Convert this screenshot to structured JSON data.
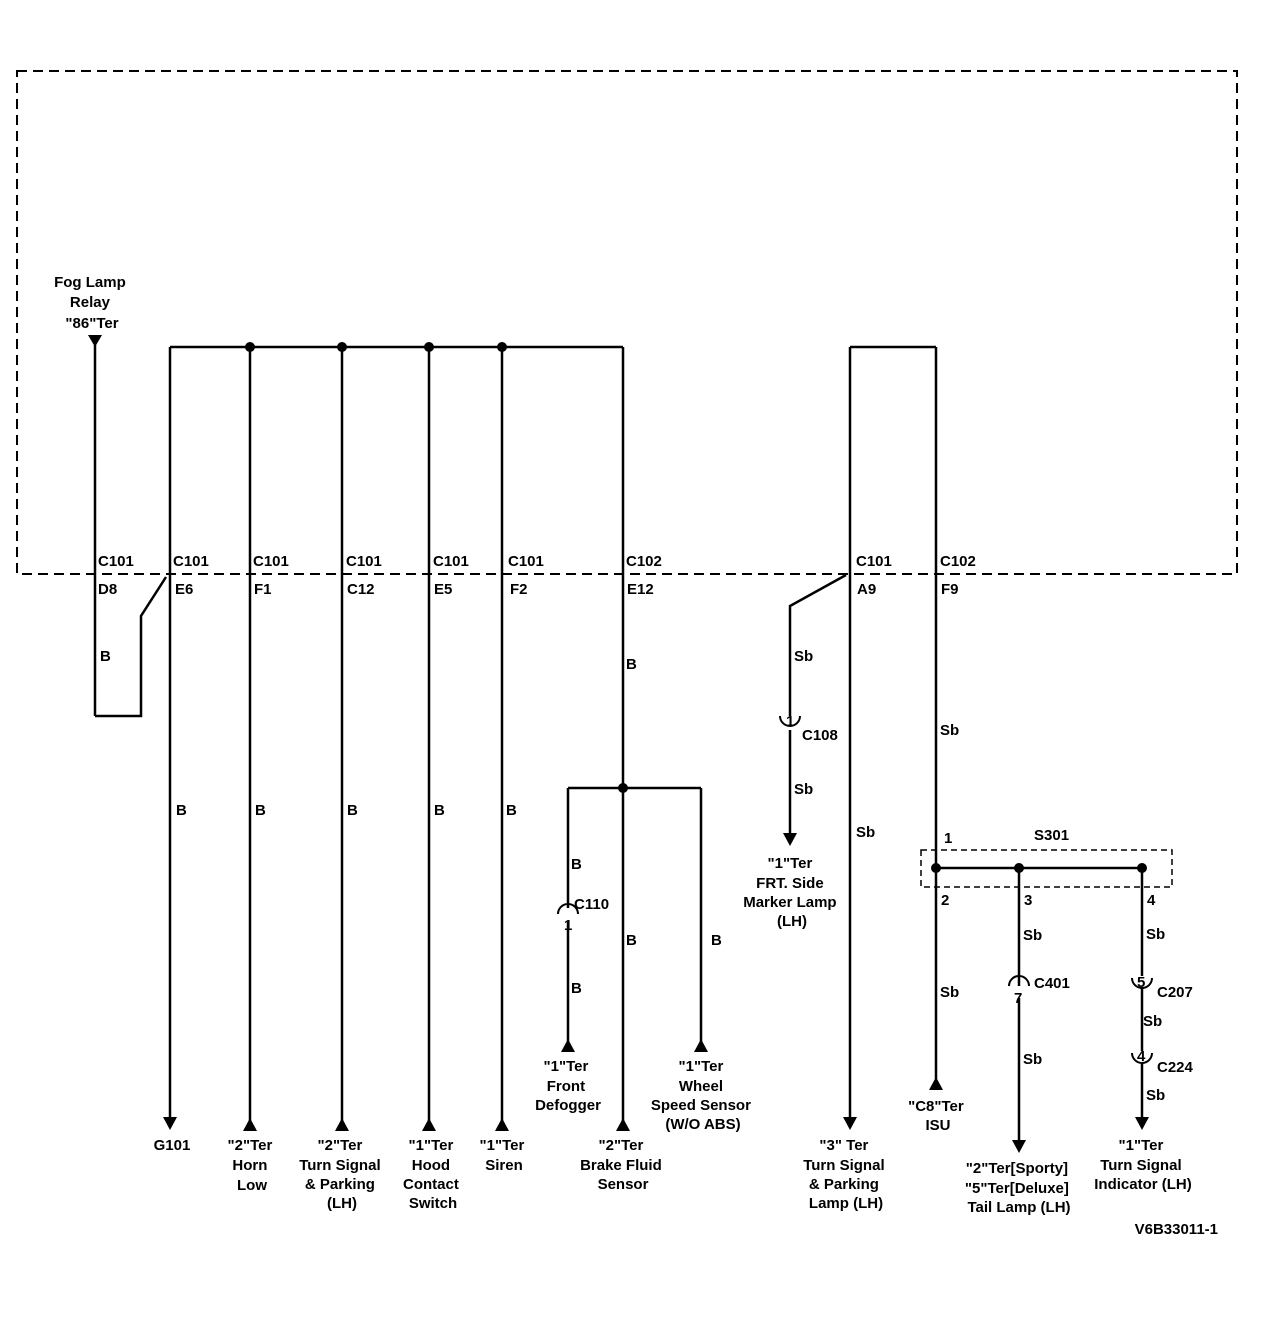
{
  "diagram_id": "V6B33011-1",
  "relay_label": [
    "Fog Lamp",
    "Relay",
    "\"86\"Ter"
  ],
  "connectors": [
    {
      "conn": "C101",
      "pin": "D8"
    },
    {
      "conn": "C101",
      "pin": "E6"
    },
    {
      "conn": "C101",
      "pin": "F1"
    },
    {
      "conn": "C101",
      "pin": "C12"
    },
    {
      "conn": "C101",
      "pin": "E5"
    },
    {
      "conn": "C101",
      "pin": "F2"
    },
    {
      "conn": "C102",
      "pin": "E12"
    },
    {
      "conn": "C101",
      "pin": "A9"
    },
    {
      "conn": "C102",
      "pin": "F9"
    }
  ],
  "wire_colors": {
    "d8": "B",
    "e6": "B",
    "f1": "B",
    "c12": "B",
    "e5": "B",
    "f2": "B",
    "e12_upper": "B",
    "c110_upper": "B",
    "c110_lower": "B",
    "e12_mid": "B",
    "wheel": "B",
    "a9_branch_upper": "Sb",
    "a9_branch_lower": "Sb",
    "a9": "Sb",
    "f9_upper": "Sb",
    "s301_2": "Sb",
    "s301_3_upper": "Sb",
    "s301_3_lower": "Sb",
    "s301_4_upper": "Sb",
    "c207_c224": "Sb",
    "c224_lower": "Sb"
  },
  "inline_connectors": {
    "c108": {
      "name": "C108",
      "pin": "1"
    },
    "c110": {
      "name": "C110",
      "pin": "1"
    },
    "c401": {
      "name": "C401",
      "pin": "7"
    },
    "c207": {
      "name": "C207",
      "pin": "5"
    },
    "c224": {
      "name": "C224",
      "pin": "4"
    }
  },
  "splice": {
    "name": "S301",
    "pins": [
      "1",
      "2",
      "3",
      "4"
    ]
  },
  "destinations": {
    "g101": [
      "G101"
    ],
    "horn": [
      "\"2\"Ter",
      "Horn",
      "Low"
    ],
    "turn_parking": [
      "\"2\"Ter",
      "Turn Signal",
      "& Parking",
      "(LH)"
    ],
    "hood": [
      "\"1\"Ter",
      "Hood",
      "Contact",
      "Switch"
    ],
    "siren": [
      "\"1\"Ter",
      "Siren"
    ],
    "brake_fluid": [
      "\"2\"Ter",
      "Brake Fluid",
      "Sensor"
    ],
    "defogger": [
      "\"1\"Ter",
      "Front",
      "Defogger"
    ],
    "wheel_speed": [
      "\"1\"Ter",
      "Wheel",
      "Speed Sensor",
      "(W/O ABS)"
    ],
    "side_marker": [
      "\"1\"Ter",
      "FRT. Side",
      "Marker Lamp",
      "(LH)"
    ],
    "turn_signal_lamp": [
      "\"3\" Ter",
      "Turn Signal",
      "& Parking",
      "Lamp (LH)"
    ],
    "isu": [
      "\"C8\"Ter",
      "ISU"
    ],
    "tail_lamp": [
      "\"2\"Ter[Sporty]",
      "\"5\"Ter[Deluxe]",
      "Tail Lamp (LH)"
    ],
    "indicator": [
      "\"1\"Ter",
      "Turn Signal",
      "Indicator (LH)"
    ]
  }
}
